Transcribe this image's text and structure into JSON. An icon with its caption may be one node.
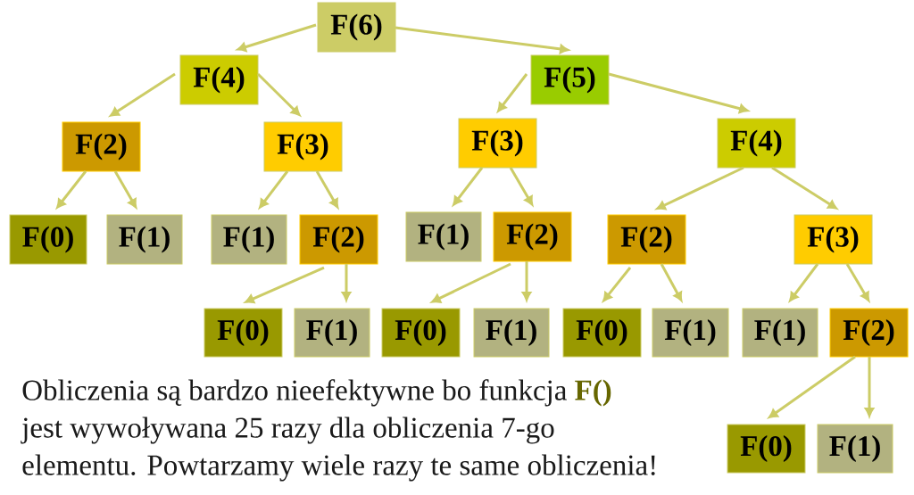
{
  "diagram": {
    "nodes": [
      {
        "text": [
          "F(6)"
        ]
      },
      {
        "text": [
          "F(4)"
        ]
      },
      {
        "text": [
          "F(5)"
        ]
      },
      {
        "text": [
          "F(2)"
        ]
      },
      {
        "text": [
          "F(3)"
        ]
      },
      {
        "text": [
          "F(3)"
        ]
      },
      {
        "text": [
          "F(4)"
        ]
      },
      {
        "text": [
          "F(0)"
        ]
      },
      {
        "text": [
          "F(1)"
        ]
      },
      {
        "text": [
          "F(1)"
        ]
      },
      {
        "text": [
          "F(2)"
        ]
      },
      {
        "text": [
          "F(1)"
        ]
      },
      {
        "text": [
          "F(2)"
        ]
      },
      {
        "text": [
          "F(2)"
        ]
      },
      {
        "text": [
          "F(3)"
        ]
      },
      {
        "text": [
          "F(0)"
        ]
      },
      {
        "text": [
          "F(1)"
        ]
      },
      {
        "text": [
          "F(0)"
        ]
      },
      {
        "text": [
          "F(1)"
        ]
      },
      {
        "text": [
          "F(0)"
        ]
      },
      {
        "text": [
          "F(1)"
        ]
      },
      {
        "text": [
          "F(1)"
        ]
      },
      {
        "text": [
          "F(2)"
        ]
      },
      {
        "text": [
          "F(0)"
        ]
      },
      {
        "text": [
          "F(1)"
        ]
      }
    ],
    "edges": [
      {
        "from": 0,
        "to": 1,
        "arrow": "to"
      },
      {
        "from": 0,
        "to": 2,
        "arrow": "to"
      },
      {
        "from": 1,
        "to": 3,
        "arrow": "to"
      },
      {
        "from": 1,
        "to": 4,
        "arrow": "to"
      },
      {
        "from": 2,
        "to": 5,
        "arrow": "to"
      },
      {
        "from": 2,
        "to": 6,
        "arrow": "to"
      },
      {
        "from": 3,
        "to": 7,
        "arrow": "to"
      },
      {
        "from": 3,
        "to": 8,
        "arrow": "to"
      },
      {
        "from": 4,
        "to": 9,
        "arrow": "to"
      },
      {
        "from": 4,
        "to": 10,
        "arrow": "to"
      },
      {
        "from": 5,
        "to": 11,
        "arrow": "to"
      },
      {
        "from": 5,
        "to": 12,
        "arrow": "to"
      },
      {
        "from": 6,
        "to": 13,
        "arrow": "to"
      },
      {
        "from": 6,
        "to": 14,
        "arrow": "to"
      },
      {
        "from": 10,
        "to": 15,
        "arrow": "to"
      },
      {
        "from": 10,
        "to": 16,
        "arrow": "to"
      },
      {
        "from": 12,
        "to": 17,
        "arrow": "to"
      },
      {
        "from": 12,
        "to": 18,
        "arrow": "to"
      },
      {
        "from": 13,
        "to": 19,
        "arrow": "to"
      },
      {
        "from": 13,
        "to": 20,
        "arrow": "to"
      },
      {
        "from": 14,
        "to": 21,
        "arrow": "to"
      },
      {
        "from": 14,
        "to": 22,
        "arrow": "to"
      },
      {
        "from": 22,
        "to": 23,
        "arrow": "to"
      },
      {
        "from": 22,
        "to": 24,
        "arrow": "to"
      }
    ],
    "caption": "Obliczenia są bardzo nieefektywne bo funkcja **F()** jest wywoływana 25 razy dla obliczenia 7-go elementu. Powtarzamy wiele razy te same obliczenia!"
  }
}
